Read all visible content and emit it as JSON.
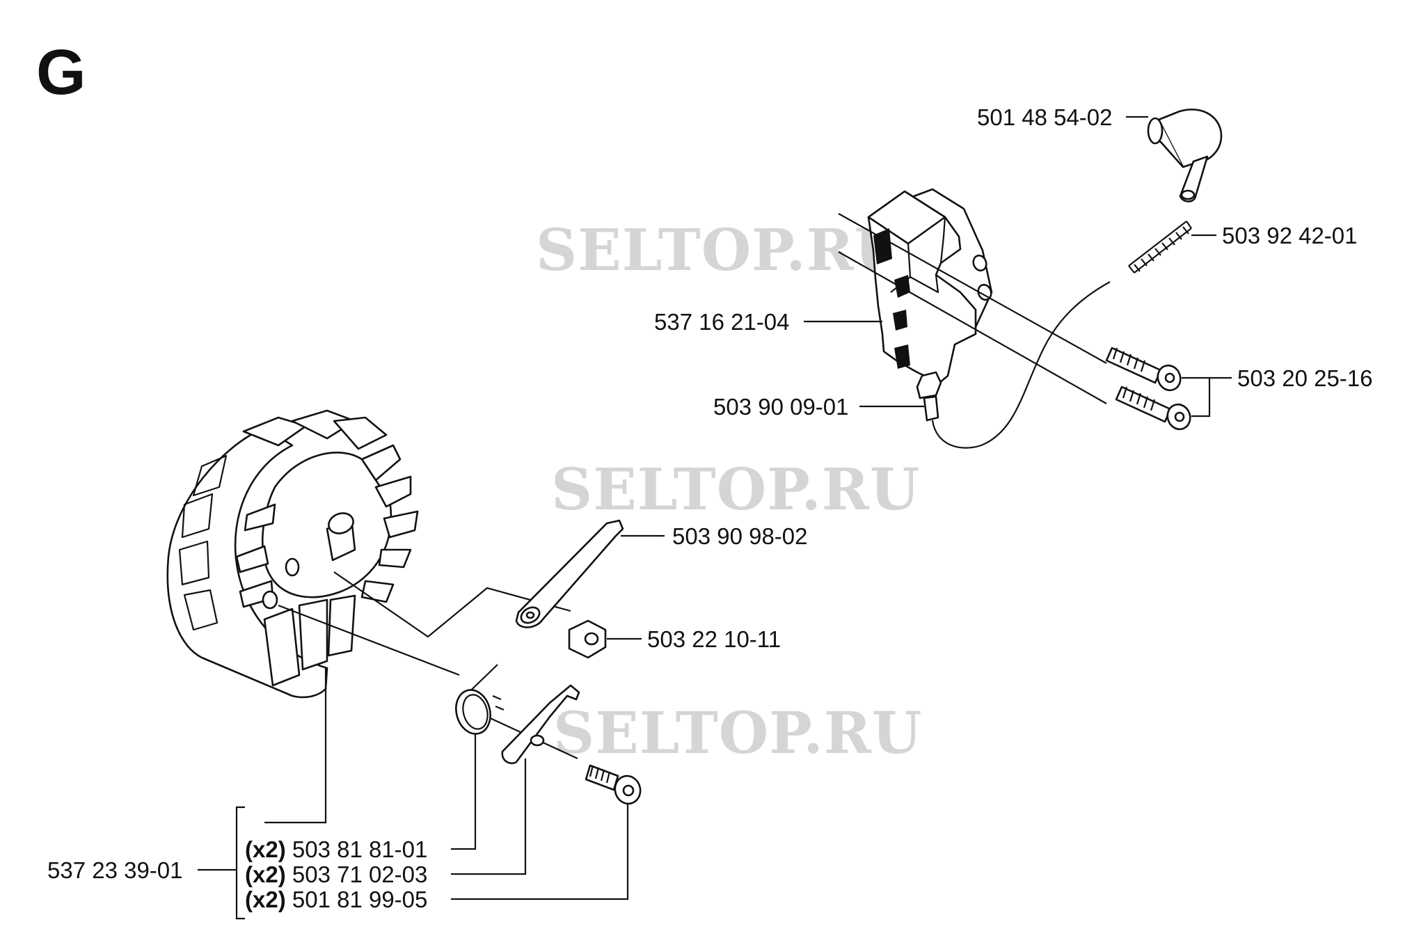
{
  "section": {
    "letter": "G"
  },
  "watermark": "SELTOP.RU",
  "parts": {
    "spark_plug_cap": "501 48 54-02",
    "spring": "503 92 42-01",
    "ignition_module": "537 16 21-04",
    "screws": "503 20 25-16",
    "cable_terminal": "503 90 09-01",
    "pawl_arm": "503 90 98-02",
    "nut": "503 22 10-11",
    "flywheel_kit": "537 23 39-01",
    "kit_spring_qty": "(x2)",
    "kit_spring": "503 81 81-01",
    "kit_pawl_qty": "(x2)",
    "kit_pawl": "503 71 02-03",
    "kit_screw_qty": "(x2)",
    "kit_screw": "501 81 99-05"
  }
}
